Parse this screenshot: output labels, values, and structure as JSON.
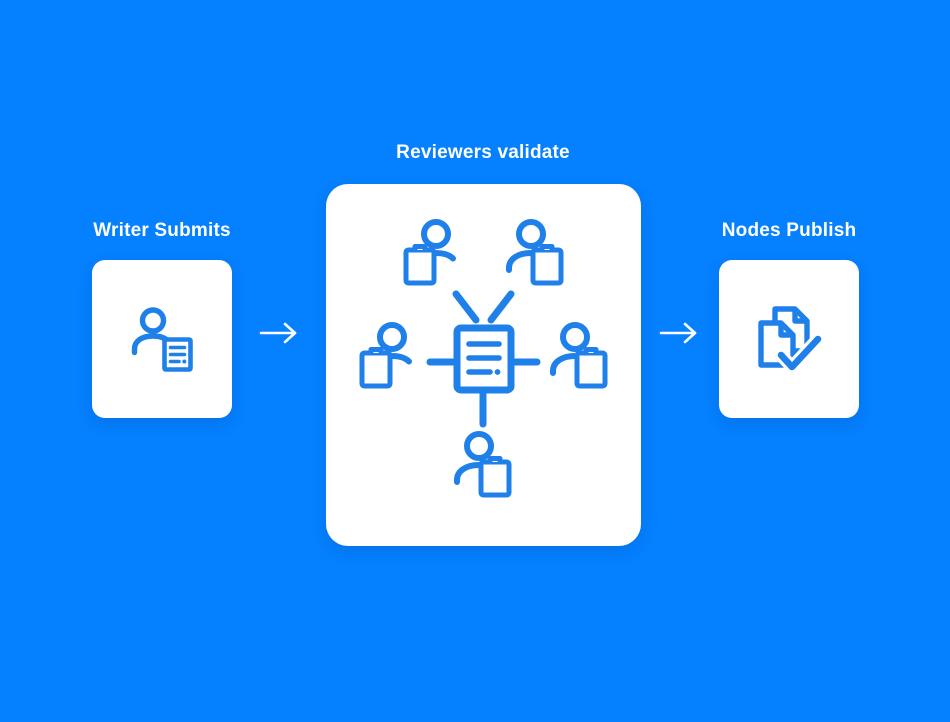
{
  "canvas": {
    "background_color": "#0580FF",
    "card_color": "#FFFFFF",
    "icon_color": "#1E80E8",
    "label_color": "#FFFFFF"
  },
  "steps": [
    {
      "id": "writer",
      "label": "Writer Submits",
      "icon": "person-with-document-icon"
    },
    {
      "id": "reviewers",
      "label": "Reviewers validate",
      "icon": "reviewer-network-icon"
    },
    {
      "id": "nodes",
      "label": "Nodes Publish",
      "icon": "documents-check-icon"
    }
  ],
  "connectors": [
    {
      "id": "arrow-1",
      "icon": "arrow-right-icon",
      "from": "writer",
      "to": "reviewers"
    },
    {
      "id": "arrow-2",
      "icon": "arrow-right-icon",
      "from": "reviewers",
      "to": "nodes"
    }
  ],
  "network": {
    "center_node": {
      "id": "document",
      "icon": "document-lines-icon"
    },
    "reviewer_nodes": [
      {
        "id": "reviewer-top-left",
        "icon": "person-clipboard-icon",
        "clipboard_side": "left",
        "link": "diagonal"
      },
      {
        "id": "reviewer-top-right",
        "icon": "person-clipboard-icon",
        "clipboard_side": "right",
        "link": "diagonal"
      },
      {
        "id": "reviewer-left",
        "icon": "person-clipboard-icon",
        "clipboard_side": "left",
        "link": "horizontal"
      },
      {
        "id": "reviewer-right",
        "icon": "person-clipboard-icon",
        "clipboard_side": "right",
        "link": "horizontal"
      },
      {
        "id": "reviewer-bottom",
        "icon": "person-clipboard-icon",
        "clipboard_side": "right",
        "link": "vertical"
      }
    ]
  }
}
